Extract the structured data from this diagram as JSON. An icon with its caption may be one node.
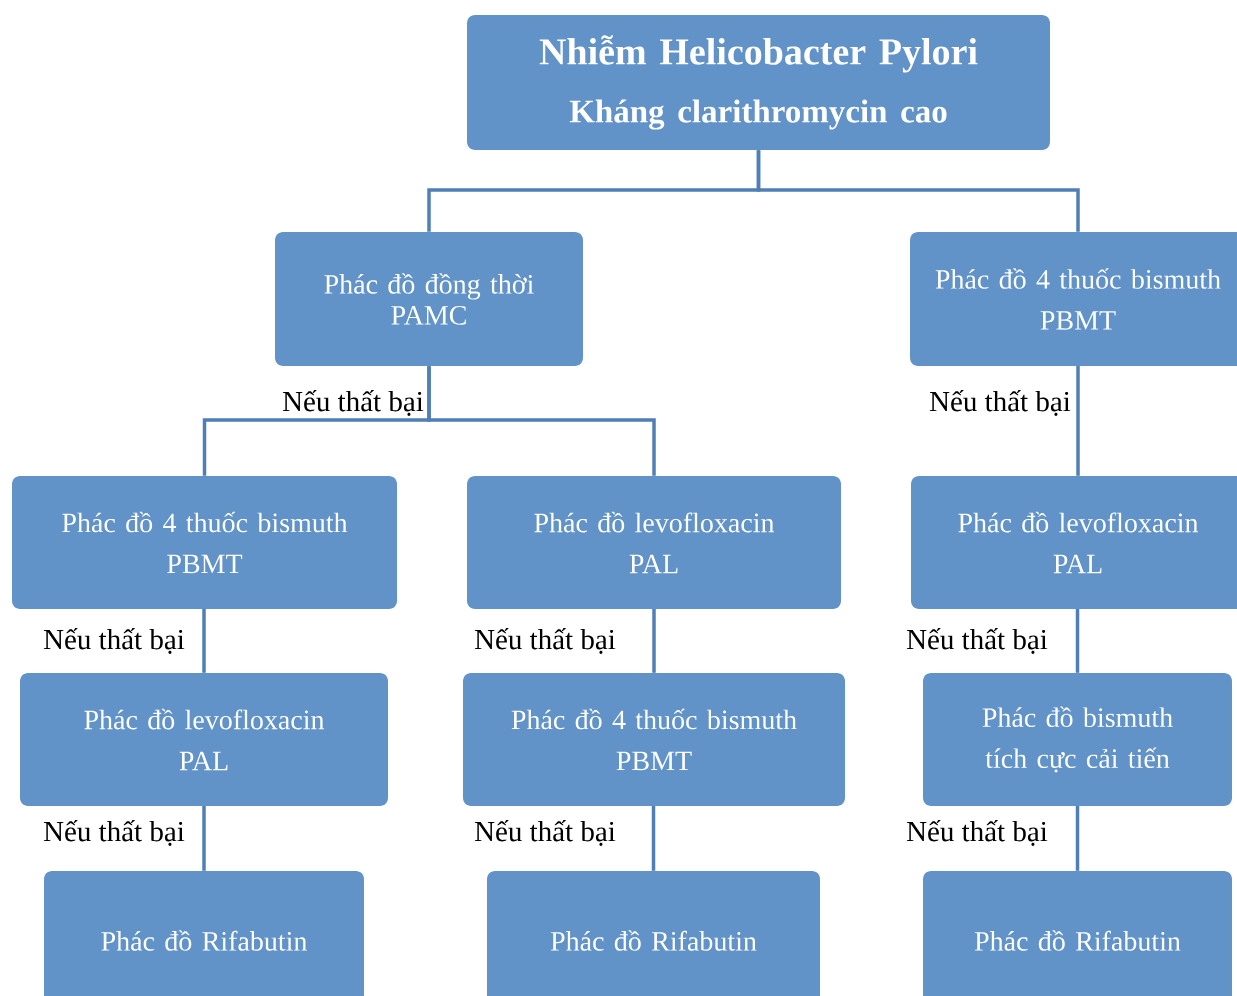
{
  "diagram": {
    "nodes": [
      {
        "text": [
          "Nhiễm Helicobacter Pylori",
          "Kháng clarithromycin cao"
        ]
      },
      {
        "text": [
          "Phác đồ đồng thời",
          "PAMC"
        ]
      },
      {
        "text": [
          "Phác đồ 4 thuốc bismuth",
          "PBMT"
        ]
      },
      {
        "text": [
          "Phác đồ 4 thuốc bismuth",
          "PBMT"
        ]
      },
      {
        "text": [
          "Phác đồ levofloxacin",
          "PAL"
        ]
      },
      {
        "text": [
          "Phác đồ levofloxacin",
          "PAL"
        ]
      },
      {
        "text": [
          "Phác đồ levofloxacin",
          "PAL"
        ]
      },
      {
        "text": [
          "Phác đồ 4 thuốc bismuth",
          "PBMT"
        ]
      },
      {
        "text": [
          "Phác đồ bismuth",
          "tích cực cải tiến"
        ]
      },
      {
        "text": [
          "Phác đồ Rifabutin"
        ]
      },
      {
        "text": [
          "Phác đồ Rifabutin"
        ]
      },
      {
        "text": [
          "Phác đồ Rifabutin"
        ]
      }
    ],
    "edges": [
      {
        "from": 0,
        "to": 1,
        "arrow": "none"
      },
      {
        "from": 0,
        "to": 2,
        "arrow": "none"
      },
      {
        "from": 1,
        "to": 3,
        "arrow": "none",
        "label": "Nếu thất bại"
      },
      {
        "from": 1,
        "to": 4,
        "arrow": "none"
      },
      {
        "from": 2,
        "to": 5,
        "arrow": "none",
        "label": "Nếu thất bại"
      },
      {
        "from": 3,
        "to": 6,
        "arrow": "none",
        "label": "Nếu thất bại"
      },
      {
        "from": 6,
        "to": 9,
        "arrow": "none",
        "label": "Nếu thất bại"
      },
      {
        "from": 4,
        "to": 7,
        "arrow": "none",
        "label": "Nếu thất bại"
      },
      {
        "from": 7,
        "to": 10,
        "arrow": "none",
        "label": "Nếu thất bại"
      },
      {
        "from": 5,
        "to": 8,
        "arrow": "none",
        "label": "Nếu thất bại"
      },
      {
        "from": 8,
        "to": 11,
        "arrow": "none",
        "label": "Nếu thất bại"
      }
    ]
  }
}
